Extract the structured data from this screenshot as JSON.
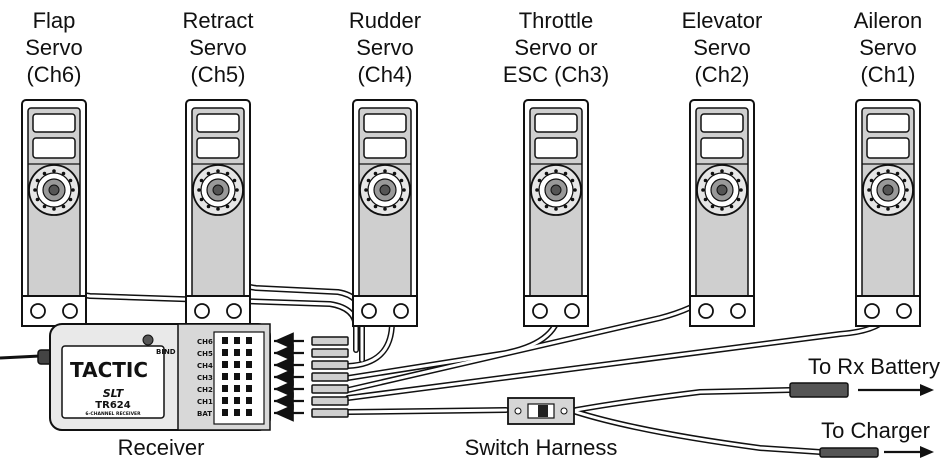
{
  "servos": [
    {
      "lines": [
        "Flap",
        "Servo",
        "(Ch6)"
      ]
    },
    {
      "lines": [
        "Retract",
        "Servo",
        "(Ch5)"
      ]
    },
    {
      "lines": [
        "Rudder",
        "Servo",
        "(Ch4)"
      ]
    },
    {
      "lines": [
        "Throttle",
        "Servo or",
        "ESC (Ch3)"
      ]
    },
    {
      "lines": [
        "Elevator",
        "Servo",
        "(Ch2)"
      ]
    },
    {
      "lines": [
        "Aileron",
        "Servo",
        "(Ch1)"
      ]
    }
  ],
  "receiver": {
    "label": "Receiver",
    "bind_label": "BIND",
    "brand": "TACTIC",
    "logo": "SLT",
    "model": "TR624",
    "subtitle": "6-CHANNEL RECEIVER",
    "ports": [
      "CH6",
      "CH5",
      "CH4",
      "CH3",
      "CH2",
      "CH1",
      "BAT"
    ]
  },
  "switch_harness": {
    "label": "Switch Harness"
  },
  "to_rx_battery": "To Rx Battery",
  "to_charger": "To Charger"
}
